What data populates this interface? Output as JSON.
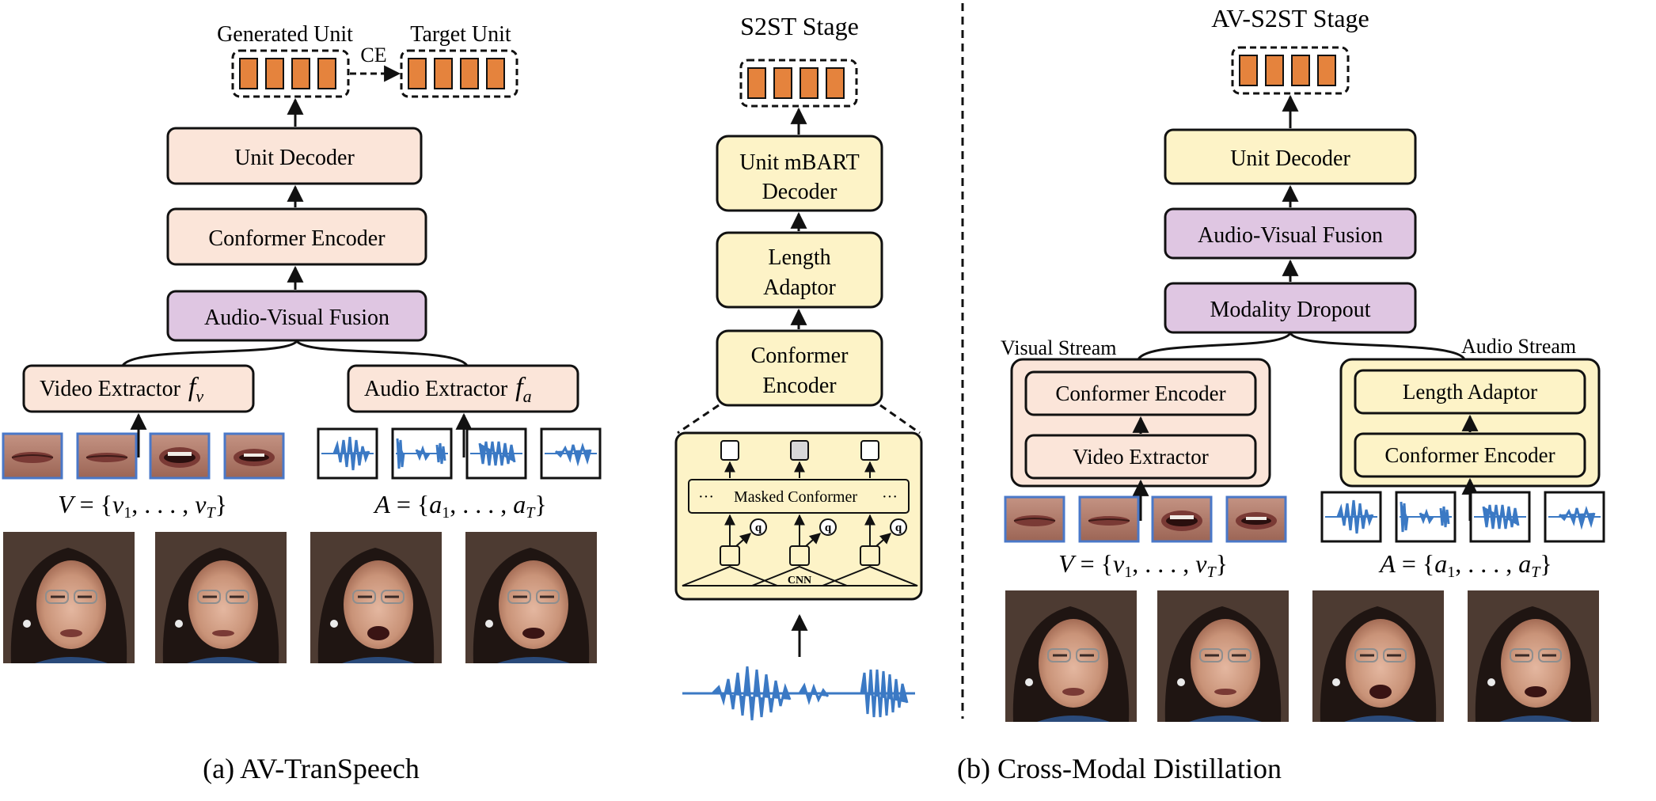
{
  "colors": {
    "peach": "#fbe5d9",
    "lilac": "#dfc6e2",
    "cream": "#fdf3c7",
    "unit_orange": "#e5833d",
    "wave_blue": "#3b79c4",
    "thumb_border": "#4a78c8",
    "gray_cell": "#d8d8d8",
    "stroke": "#111111"
  },
  "panel_a": {
    "generated_label": "Generated Unit",
    "target_label": "Target Unit",
    "ce_label": "CE",
    "unit_decoder": "Unit Decoder",
    "conformer_encoder": "Conformer Encoder",
    "av_fusion": "Audio-Visual Fusion",
    "video_extractor": "Video Extractor",
    "video_sym": "f",
    "video_sub": "v",
    "audio_extractor": "Audio Extractor",
    "audio_sym": "f",
    "audio_sub": "a",
    "v_formula": {
      "lhs": "V",
      "eq": " = {",
      "v": "v",
      "one": "1",
      "dots": ", . . . , ",
      "vt": "v",
      "T": "T",
      "close": "}"
    },
    "a_formula": {
      "lhs": "A",
      "eq": " = {",
      "v": "a",
      "one": "1",
      "dots": ", . . . , ",
      "vt": "a",
      "T": "T",
      "close": "}"
    },
    "caption": "(a) AV-TranSpeech"
  },
  "panel_s2st": {
    "title": "S2ST Stage",
    "decoder": [
      "Unit mBART",
      "Decoder"
    ],
    "length_adaptor": [
      "Length",
      "Adaptor"
    ],
    "encoder": [
      "Conformer",
      "Encoder"
    ],
    "masked_conformer": "Masked Conformer",
    "dots": "···",
    "q_symbol": "q",
    "cnn_label": "CNN"
  },
  "panel_b": {
    "title": "AV-S2ST Stage",
    "unit_decoder": "Unit Decoder",
    "av_fusion": "Audio-Visual Fusion",
    "modality_dropout": "Modality Dropout",
    "visual_stream": "Visual Stream",
    "audio_stream": "Audio Stream",
    "vis_conformer": "Conformer Encoder",
    "vis_extractor": "Video Extractor",
    "aud_length": "Length Adaptor",
    "aud_conformer": "Conformer Encoder",
    "v_formula": {
      "lhs": "V",
      "eq": " = {",
      "v": "v",
      "one": "1",
      "dots": ", . . . , ",
      "vt": "v",
      "T": "T",
      "close": "}"
    },
    "a_formula": {
      "lhs": "A",
      "eq": " = {",
      "v": "a",
      "one": "1",
      "dots": ", . . . , ",
      "vt": "a",
      "T": "T",
      "close": "}"
    },
    "caption": "(b) Cross-Modal Distillation"
  }
}
